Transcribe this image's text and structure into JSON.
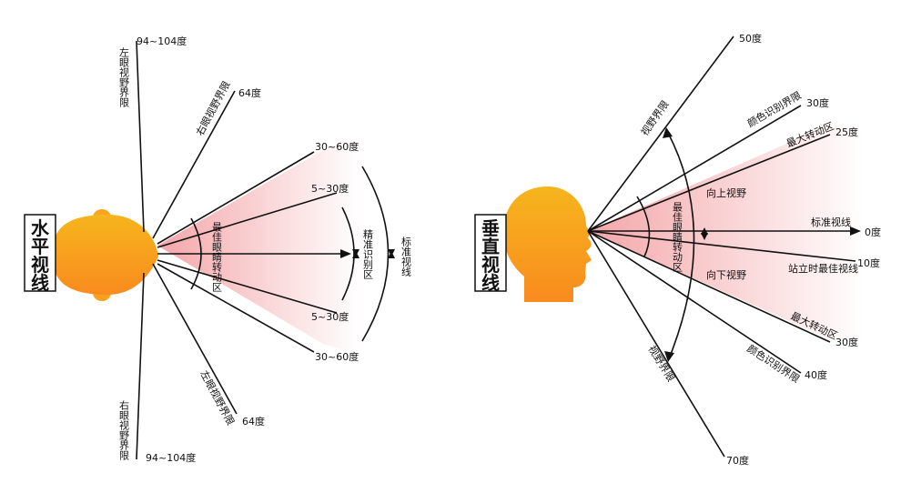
{
  "horizontal": {
    "title_chars": [
      "水",
      "平",
      "视",
      "线"
    ],
    "left_eye_limit_top": "左眼视野界限",
    "left_eye_limit_top_deg": "94~104度",
    "right_eye_limit_top": "右眼视野界限",
    "right_eye_limit_top_deg": "64度",
    "left_eye_limit_bottom": "左眼视野界限",
    "left_eye_limit_bottom_deg": "64度",
    "right_eye_limit_bottom": "右眼视野界限",
    "right_eye_limit_bottom_deg": "94~104度",
    "outer_top_deg": "30~60度",
    "inner_top_deg": "5~30度",
    "inner_bottom_deg": "5~30度",
    "outer_bottom_deg": "30~60度",
    "eye_rotation_zone": "最佳眼睛转动区",
    "precise_zone": "精准识别区",
    "standard_sight": "标准视线"
  },
  "vertical": {
    "title_chars": [
      "垂",
      "直",
      "视",
      "线"
    ],
    "deg_50": "50度",
    "deg_30_up": "30度",
    "deg_25": "25度",
    "deg_0": "0度",
    "deg_10": "10度",
    "deg_30_down": "30度",
    "deg_40": "40度",
    "deg_70": "70度",
    "field_limit_top": "视野界限",
    "field_limit_bottom": "视野界限",
    "color_limit_top": "颜色识别界限",
    "color_limit_bottom": "颜色识别界限",
    "max_rotation_top": "最大转动区",
    "max_rotation_bottom": "最大转动区",
    "standard_sight": "标准视线",
    "standing_best": "站立时最佳视线",
    "upward_view": "向上视野",
    "downward_view": "向下视野",
    "eye_rotation_zone": "最佳眼睛转动区"
  },
  "colors": {
    "head_top": "#f6b51d",
    "head_bottom": "#f98b1e",
    "fan": "#f3a1a4"
  }
}
